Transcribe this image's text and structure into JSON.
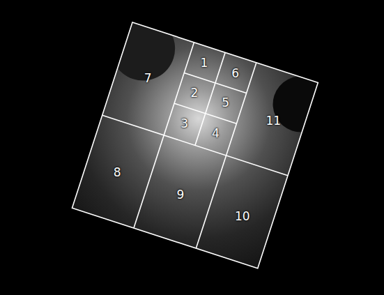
{
  "diagram": {
    "labels": [
      "7",
      "1",
      "6",
      "2",
      "5",
      "3",
      "4",
      "11",
      "8",
      "9",
      "10"
    ]
  }
}
